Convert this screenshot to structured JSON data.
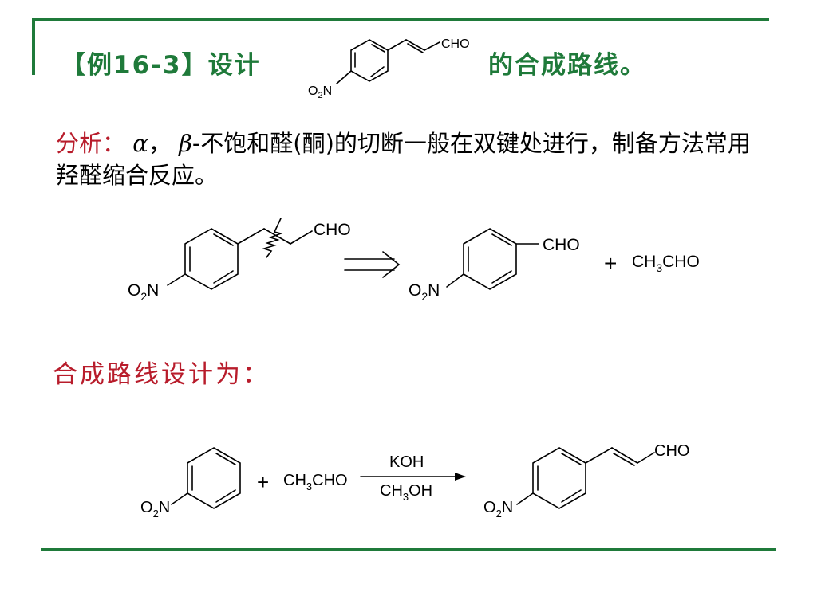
{
  "header": {
    "title_prefix": "【例16-3】设计",
    "title_suffix": "的合成路线。"
  },
  "analysis": {
    "label": "分析：",
    "alpha": "α",
    "sep": "，",
    "beta": "β",
    "text": "-不饱和醛(酮)的切断一般在双键处进行，制备方法常用羟醛缩合反应。"
  },
  "route_title": "合成路线设计为：",
  "chem": {
    "cho": "CHO",
    "o2n": [
      "O",
      "2",
      "N"
    ],
    "plus": "+",
    "acetaldehyde": [
      "CH",
      "3",
      "CHO"
    ],
    "reagent_above": "KOH",
    "reagent_below": [
      "CH",
      "3",
      "OH"
    ]
  }
}
